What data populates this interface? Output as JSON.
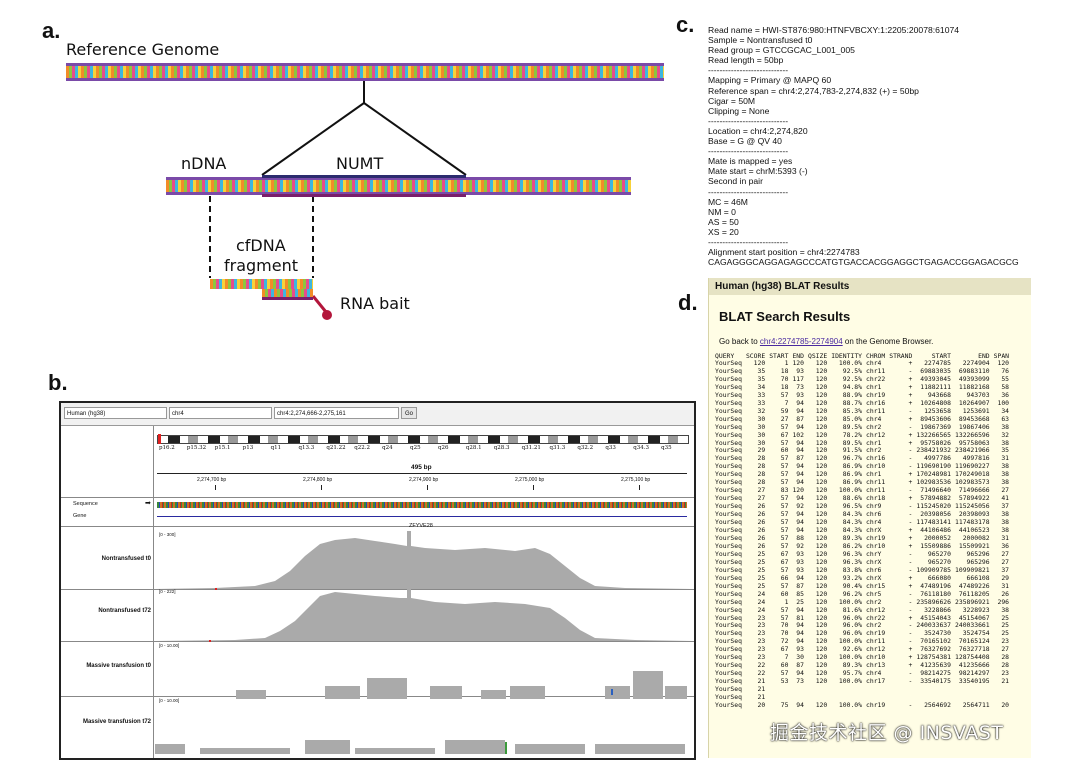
{
  "panel_labels": {
    "a": "a.",
    "b": "b.",
    "c": "c.",
    "d": "d."
  },
  "panel_a": {
    "reference_genome": "Reference Genome",
    "ndna": "nDNA",
    "numt": "NUMT",
    "cfdna": "cfDNA",
    "fragment": "fragment",
    "rna_bait": "RNA bait"
  },
  "panel_c": {
    "lines": [
      "Read name = HWI-ST876:980:HTNFVBCXY:1:2205:20078:61074",
      "Sample = Nontransfused t0",
      "Read group = GTCCGCAC_L001_005",
      "Read length = 50bp",
      "----------------------------",
      "Mapping = Primary @ MAPQ 60",
      "Reference span = chr4:2,274,783-2,274,832 (+) = 50bp",
      "Cigar = 50M",
      "Clipping = None",
      "----------------------------",
      "Location = chr4:2,274,820",
      "Base = G @ QV 40",
      "----------------------------",
      "Mate is mapped = yes",
      "Mate start = chrM:5393 (-)",
      "Second in pair",
      "----------------------------",
      "MC = 46M",
      "NM = 0",
      "AS = 50",
      "XS = 20",
      "----------------------------",
      "Alignment start position = chr4:2274783",
      "CAGAGGGCAGGAGAGCCCATGTGACCACGGAGGCTGAGACCGGAGACGCG"
    ]
  },
  "panel_d": {
    "header": "Human (hg38) BLAT Results",
    "title": "BLAT Search Results",
    "back_prefix": "Go back to ",
    "back_link": "chr4:2274785-2274904",
    "back_suffix": " on the Genome Browser.",
    "columns": [
      "QUERY",
      "SCORE",
      "START",
      "END",
      "QSIZE",
      "IDENTITY",
      "CHROM",
      "STRAND",
      "START",
      "END",
      "SPAN"
    ],
    "rows": [
      [
        "YourSeq",
        "120",
        "1",
        "120",
        "120",
        "100.0%",
        "chr4",
        "+",
        "2274785",
        "2274904",
        "120"
      ],
      [
        "YourSeq",
        "35",
        "18",
        "93",
        "120",
        "92.5%",
        "chr11",
        "-",
        "69883035",
        "69883110",
        "76"
      ],
      [
        "YourSeq",
        "35",
        "70",
        "117",
        "120",
        "92.5%",
        "chr22",
        "+",
        "49393045",
        "49393099",
        "55"
      ],
      [
        "YourSeq",
        "34",
        "18",
        "73",
        "120",
        "94.8%",
        "chr1",
        "+",
        "11882111",
        "11882168",
        "58"
      ],
      [
        "YourSeq",
        "33",
        "57",
        "93",
        "120",
        "88.9%",
        "chr19",
        "+",
        "943668",
        "943703",
        "36"
      ],
      [
        "YourSeq",
        "33",
        "7",
        "94",
        "120",
        "88.7%",
        "chr16",
        "+",
        "10264808",
        "10264907",
        "100"
      ],
      [
        "YourSeq",
        "32",
        "59",
        "94",
        "120",
        "85.3%",
        "chr11",
        "-",
        "1253658",
        "1253691",
        "34"
      ],
      [
        "YourSeq",
        "30",
        "27",
        "87",
        "120",
        "85.0%",
        "chr4",
        "+",
        "89453606",
        "89453668",
        "63"
      ],
      [
        "YourSeq",
        "30",
        "57",
        "94",
        "120",
        "89.5%",
        "chr2",
        "-",
        "19867369",
        "19867406",
        "38"
      ],
      [
        "YourSeq",
        "30",
        "67",
        "102",
        "120",
        "78.2%",
        "chr12",
        "+",
        "132266565",
        "132266596",
        "32"
      ],
      [
        "YourSeq",
        "30",
        "57",
        "94",
        "120",
        "89.5%",
        "chr1",
        "+",
        "95758026",
        "95758063",
        "38"
      ],
      [
        "YourSeq",
        "29",
        "60",
        "94",
        "120",
        "91.5%",
        "chr2",
        "-",
        "238421932",
        "238421966",
        "35"
      ],
      [
        "YourSeq",
        "28",
        "57",
        "87",
        "120",
        "96.7%",
        "chr16",
        "-",
        "4997786",
        "4997816",
        "31"
      ],
      [
        "YourSeq",
        "28",
        "57",
        "94",
        "120",
        "86.9%",
        "chr10",
        "-",
        "119690190",
        "119690227",
        "38"
      ],
      [
        "YourSeq",
        "28",
        "57",
        "94",
        "120",
        "86.9%",
        "chr1",
        "+",
        "170248981",
        "170249018",
        "38"
      ],
      [
        "YourSeq",
        "28",
        "57",
        "94",
        "120",
        "86.9%",
        "chr11",
        "+",
        "102983536",
        "102983573",
        "38"
      ],
      [
        "YourSeq",
        "27",
        "83",
        "120",
        "120",
        "100.0%",
        "chr11",
        "-",
        "71496640",
        "71496666",
        "27"
      ],
      [
        "YourSeq",
        "27",
        "57",
        "94",
        "120",
        "88.6%",
        "chr18",
        "+",
        "57894882",
        "57894922",
        "41"
      ],
      [
        "YourSeq",
        "26",
        "57",
        "92",
        "120",
        "96.5%",
        "chr9",
        "-",
        "115245020",
        "115245056",
        "37"
      ],
      [
        "YourSeq",
        "26",
        "57",
        "94",
        "120",
        "84.3%",
        "chr6",
        "-",
        "20398056",
        "20398093",
        "38"
      ],
      [
        "YourSeq",
        "26",
        "57",
        "94",
        "120",
        "84.3%",
        "chr4",
        "-",
        "117483141",
        "117483178",
        "38"
      ],
      [
        "YourSeq",
        "26",
        "57",
        "94",
        "120",
        "84.3%",
        "chrX",
        "+",
        "44106486",
        "44106523",
        "38"
      ],
      [
        "YourSeq",
        "26",
        "57",
        "88",
        "120",
        "89.3%",
        "chr19",
        "+",
        "2000052",
        "2000082",
        "31"
      ],
      [
        "YourSeq",
        "26",
        "57",
        "92",
        "120",
        "86.2%",
        "chr10",
        "+",
        "15509886",
        "15509921",
        "36"
      ],
      [
        "YourSeq",
        "25",
        "67",
        "93",
        "120",
        "96.3%",
        "chrY",
        "-",
        "965270",
        "965296",
        "27"
      ],
      [
        "YourSeq",
        "25",
        "67",
        "93",
        "120",
        "96.3%",
        "chrX",
        "-",
        "965270",
        "965296",
        "27"
      ],
      [
        "YourSeq",
        "25",
        "57",
        "93",
        "120",
        "83.8%",
        "chr6",
        "-",
        "109909785",
        "109909821",
        "37"
      ],
      [
        "YourSeq",
        "25",
        "66",
        "94",
        "120",
        "93.2%",
        "chrX",
        "+",
        "666080",
        "666108",
        "29"
      ],
      [
        "YourSeq",
        "25",
        "57",
        "87",
        "120",
        "90.4%",
        "chr15",
        "+",
        "47489196",
        "47489226",
        "31"
      ],
      [
        "YourSeq",
        "24",
        "60",
        "85",
        "120",
        "96.2%",
        "chr5",
        "-",
        "76118180",
        "76118205",
        "26"
      ],
      [
        "YourSeq",
        "24",
        "1",
        "25",
        "120",
        "100.0%",
        "chr2",
        "-",
        "235896626",
        "235896921",
        "296"
      ],
      [
        "YourSeq",
        "24",
        "57",
        "94",
        "120",
        "81.6%",
        "chr12",
        "-",
        "3228866",
        "3228923",
        "38"
      ],
      [
        "YourSeq",
        "23",
        "57",
        "81",
        "120",
        "96.0%",
        "chr22",
        "+",
        "45154043",
        "45154067",
        "25"
      ],
      [
        "YourSeq",
        "23",
        "70",
        "94",
        "120",
        "96.0%",
        "chr2",
        "-",
        "240033637",
        "240033661",
        "25"
      ],
      [
        "YourSeq",
        "23",
        "70",
        "94",
        "120",
        "96.0%",
        "chr19",
        "-",
        "3524730",
        "3524754",
        "25"
      ],
      [
        "YourSeq",
        "23",
        "72",
        "94",
        "120",
        "100.0%",
        "chr11",
        "-",
        "70165102",
        "70165124",
        "23"
      ],
      [
        "YourSeq",
        "23",
        "67",
        "93",
        "120",
        "92.6%",
        "chr12",
        "+",
        "76327692",
        "76327718",
        "27"
      ],
      [
        "YourSeq",
        "23",
        "7",
        "30",
        "120",
        "100.0%",
        "chr10",
        "+",
        "128754381",
        "128754408",
        "28"
      ],
      [
        "YourSeq",
        "22",
        "60",
        "87",
        "120",
        "89.3%",
        "chr13",
        "+",
        "41235639",
        "41235666",
        "28"
      ],
      [
        "YourSeq",
        "22",
        "57",
        "94",
        "120",
        "95.7%",
        "chr4",
        "-",
        "98214275",
        "98214297",
        "23"
      ],
      [
        "YourSeq",
        "21",
        "53",
        "73",
        "120",
        "100.0%",
        "chr17",
        "-",
        "33540175",
        "33540195",
        "21"
      ],
      [
        "YourSeq",
        "21",
        "",
        "",
        "",
        "",
        "",
        "",
        "",
        "",
        ""
      ],
      [
        "YourSeq",
        "21",
        "",
        "",
        "",
        "",
        "",
        "",
        "",
        "",
        ""
      ],
      [
        "YourSeq",
        "20",
        "75",
        "94",
        "120",
        "100.0%",
        "chr19",
        "-",
        "2564692",
        "2564711",
        "20"
      ]
    ]
  },
  "panel_b": {
    "genome_select": "Human (hg38)",
    "chrom_select": "chr4",
    "locus": "chr4:2,274,666-2,275,161",
    "go": "Go",
    "cytobands": [
      "p16.2",
      "p15.32",
      "p15.1",
      "p13",
      "q11",
      "q13.3",
      "q21.22",
      "q22.2",
      "q24",
      "q25",
      "q26",
      "q28.1",
      "q28.3",
      "q31.21",
      "q31.3",
      "q32.2",
      "q33",
      "q34.3",
      "q35"
    ],
    "span_label": "495 bp",
    "ticks": [
      "2,274,700 bp",
      "2,274,800 bp",
      "2,274,900 bp",
      "2,275,000 bp",
      "2,275,100 bp"
    ],
    "sequence_label": "Sequence",
    "gene_label": "Gene",
    "gene_name": "ZFYVE28",
    "tracks": [
      {
        "name": "Nontransfused t0",
        "range": "[0 - 300]"
      },
      {
        "name": "Nontransfused t72",
        "range": "[0 - 222]"
      },
      {
        "name": "Massive transfusion t0",
        "range": "[0 - 10.00]"
      },
      {
        "name": "Massive transfusion t72",
        "range": "[0 - 10.00]"
      }
    ]
  },
  "watermark": "掘金技术社区 @ INSVAST"
}
